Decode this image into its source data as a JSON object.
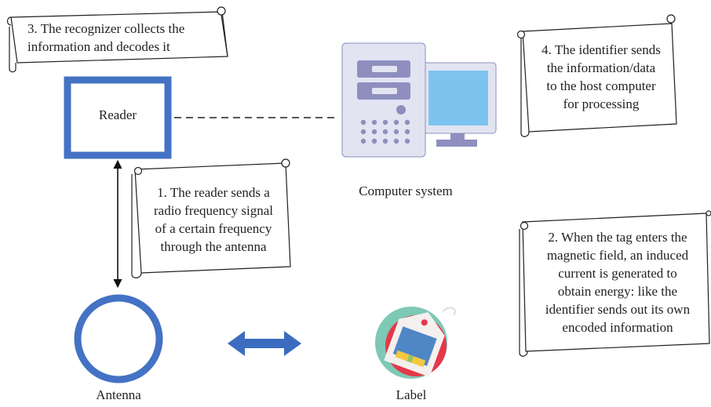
{
  "reader": {
    "label": "Reader"
  },
  "computer": {
    "caption": "Computer system"
  },
  "antenna": {
    "caption": "Antenna"
  },
  "tag": {
    "caption": "Label"
  },
  "scroll_3": {
    "lines": [
      "3. The recognizer collects the",
      "information and decodes it"
    ]
  },
  "scroll_4": {
    "lines": [
      "4. The identifier sends",
      "the information/data",
      "to the host computer",
      "for processing"
    ]
  },
  "scroll_1": {
    "lines": [
      "1. The reader sends a",
      "radio frequency signal",
      "of a certain frequency",
      "through the antenna"
    ]
  },
  "scroll_2": {
    "lines": [
      "2. When the tag enters the",
      "magnetic field, an induced",
      "current is generated to",
      "obtain energy: like the",
      "identifier sends out its own",
      "encoded information"
    ]
  },
  "colors": {
    "reader_border": "#4472c4",
    "antenna_ring": "#4472c4",
    "double_arrow": "#3b6cc0",
    "computer_body": "#e3e4f2",
    "computer_dark": "#8e8fbf",
    "computer_screen": "#7cc4ef",
    "tag_bg_circle": "#7ec8b6",
    "tag_red_disc": "#e4384b",
    "tag_card": "#f4f0ee",
    "tag_chip": "#4f86c6",
    "tag_strip": "#f5c842"
  }
}
